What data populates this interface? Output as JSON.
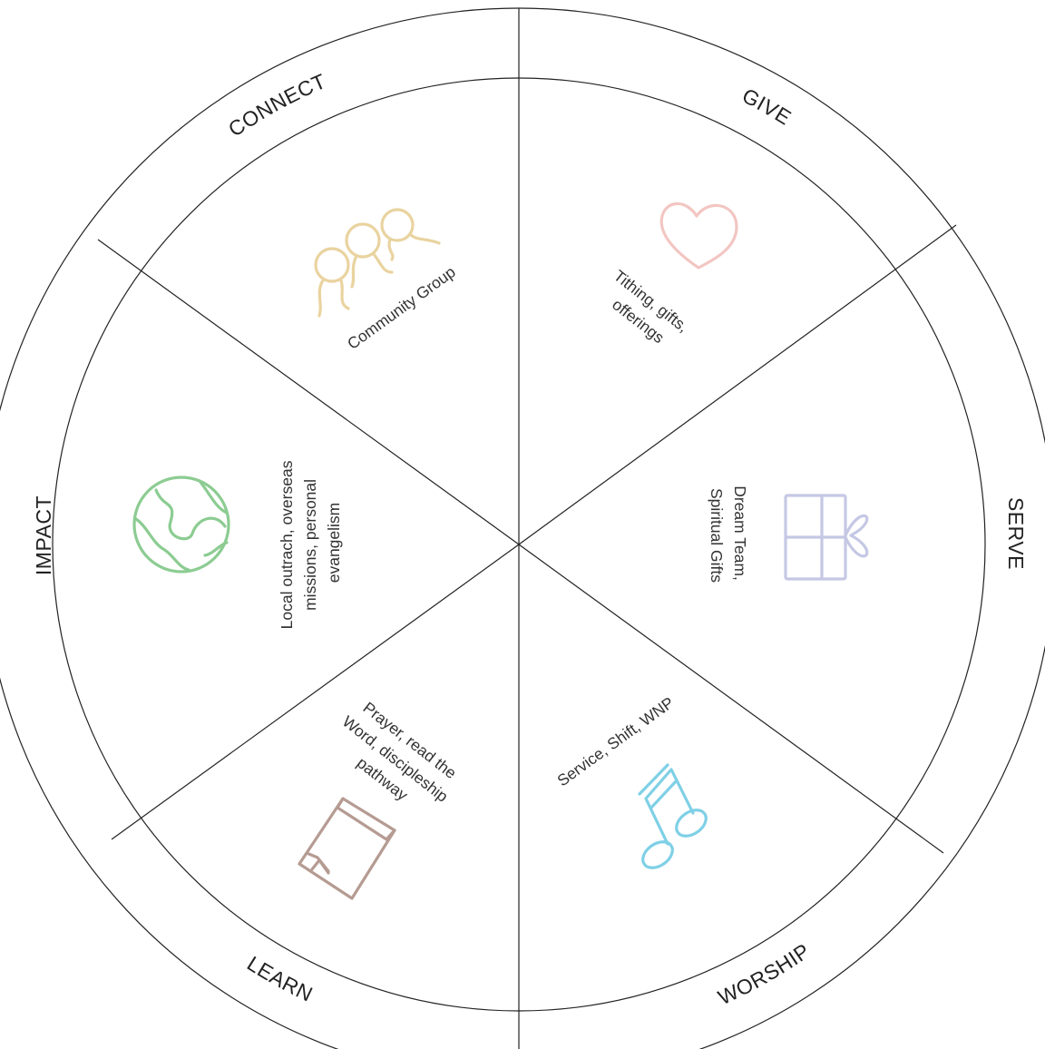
{
  "wheel": {
    "segments": [
      {
        "label": "GIVE",
        "description": [
          "Tithing, gifts,",
          "offerings"
        ],
        "icon": "heart-icon",
        "icon_color": "#f2c6c2"
      },
      {
        "label": "SERVE",
        "description": [
          "Dream Team,",
          "Spiritual Gifts"
        ],
        "icon": "gift-icon",
        "icon_color": "#c5c8e4"
      },
      {
        "label": "WORSHIP",
        "description": [
          "Service, Shift, WNP"
        ],
        "icon": "music-note-icon",
        "icon_color": "#7fd0e6"
      },
      {
        "label": "LEARN",
        "description": [
          "Prayer, read the",
          "Word, discipleship",
          "pathway"
        ],
        "icon": "book-icon",
        "icon_color": "#b59b92"
      },
      {
        "label": "IMPACT",
        "description": [
          "Local outrach, overseas",
          "missions, personal",
          "evangelism"
        ],
        "icon": "globe-icon",
        "icon_color": "#8ccc92"
      },
      {
        "label": "CONNECT",
        "description": [
          "Community Group"
        ],
        "icon": "people-icon",
        "icon_color": "#e9d39f"
      }
    ]
  }
}
